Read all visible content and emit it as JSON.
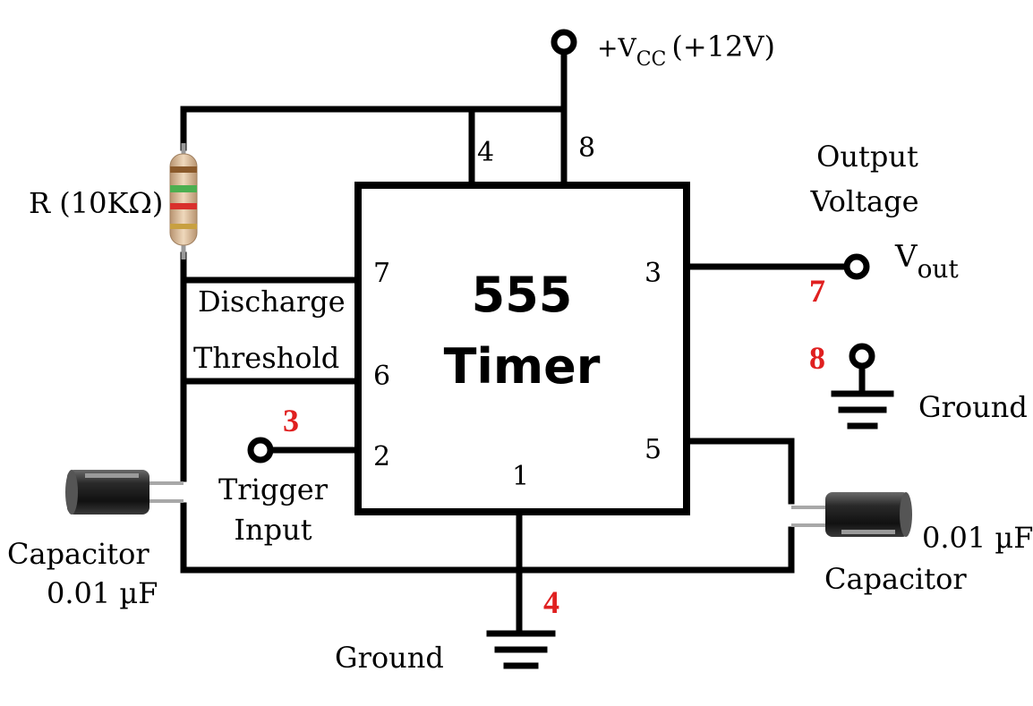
{
  "chip": {
    "line1": "555",
    "line2": "Timer"
  },
  "supply": {
    "prefix": "+V",
    "sub": "CC",
    "suffix": "(+12V)"
  },
  "resistor_label": "R (10KΩ)",
  "output": {
    "line1": "Output",
    "line2": "Voltage",
    "vout_main": "V",
    "vout_sub": "out"
  },
  "pin_labels": {
    "p4": "4",
    "p8": "8",
    "p7": "7",
    "p6": "6",
    "p2": "2",
    "p1": "1",
    "p3": "3",
    "p5": "5"
  },
  "signal_labels": {
    "discharge": "Discharge",
    "threshold": "Threshold",
    "trigger_line1": "Trigger",
    "trigger_line2": "Input"
  },
  "ground_labels": {
    "right": "Ground",
    "bottom": "Ground"
  },
  "capacitor_left": {
    "line1": "Capacitor",
    "line2": "0.01 µF"
  },
  "capacitor_right": {
    "value": "0.01 µF",
    "name": "Capacitor"
  },
  "callouts": {
    "c3": "3",
    "c4": "4",
    "c7": "7",
    "c8": "8"
  },
  "colors": {
    "callout": "#e02020",
    "wire": "#000000",
    "resistor_body": "#d8b894",
    "capacitor_body": "#1a1a1a"
  }
}
